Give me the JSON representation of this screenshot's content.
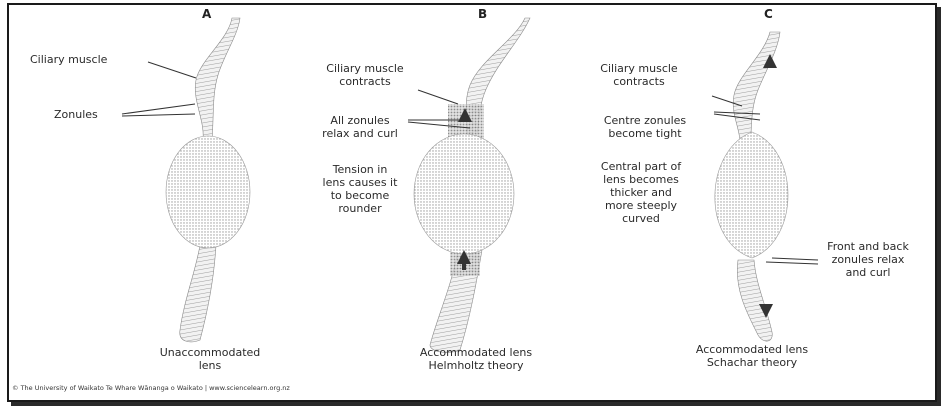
{
  "panels": [
    {
      "letter": "A",
      "labels": {
        "ciliary": "Ciliary muscle",
        "zonules": "Zonules",
        "caption": "Unaccommodated\nlens"
      }
    },
    {
      "letter": "B",
      "labels": {
        "ciliary": "Ciliary muscle\ncontracts",
        "zonules": "All zonules\nrelax and curl",
        "tension": "Tension in\nlens causes it\nto become\nrounder",
        "caption": "Accommodated lens\nHelmholtz theory"
      }
    },
    {
      "letter": "C",
      "labels": {
        "ciliary": "Ciliary muscle\ncontracts",
        "centre": "Centre zonules\nbecome tight",
        "central_part": "Central part of\nlens becomes\nthicker and\nmore steeply\ncurved",
        "front_back": "Front and back\nzonules relax\nand curl",
        "caption": "Accommodated lens\nSchachar theory"
      }
    }
  ],
  "credit": "© The University of Waikato Te Whare Wānanga o Waikato | www.sciencelearn.org.nz",
  "colors": {
    "stipple": "#8a8a8a",
    "dark": "#444444",
    "border": "#1a1a1a"
  }
}
